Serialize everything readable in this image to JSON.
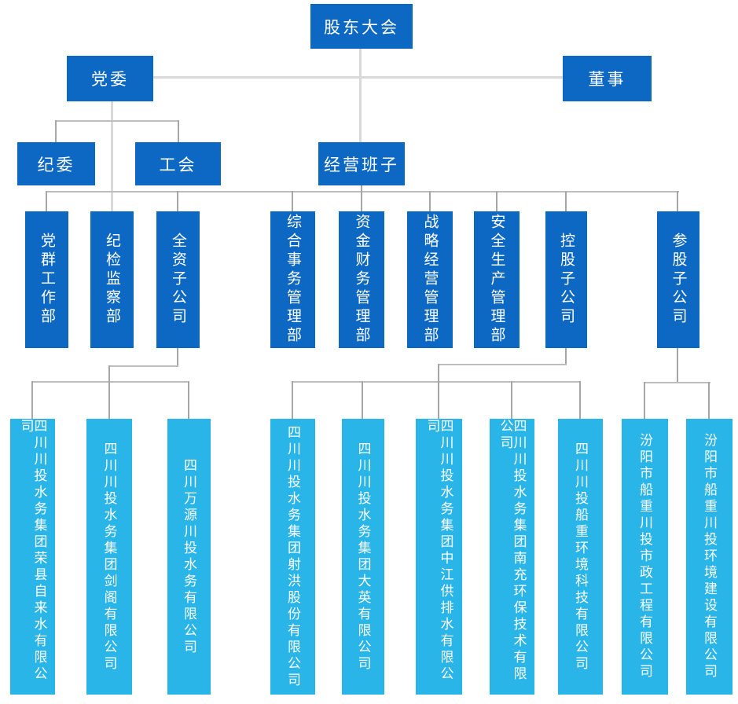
{
  "colors": {
    "primary_blue": "#0d68c3",
    "light_blue": "#29b5e8",
    "line_light": "#d9d9d9",
    "line_gray": "#a6a6a6",
    "text_white": "#ffffff"
  },
  "nodes": {
    "shareholders_meeting": "股东大会",
    "party_committee": "党委",
    "director": "董事",
    "discipline_committee": "纪委",
    "labor_union": "工会",
    "management_team": "经营班子"
  },
  "departments": [
    "党群工作部",
    "纪检监察部",
    "全资子公司",
    "综合事务管理部",
    "资金财务管理部",
    "战略经营管理部",
    "安全生产管理部",
    "控股子公司",
    "参股子公司"
  ],
  "companies": [
    "四川川投水务集团荣县自来水有限公司",
    "四川川投水务集团剑阁有限公司",
    "四川万源川投水务有限公司",
    "四川川投水务集团射洪股份有限公司",
    "四川川投水务集团大英有限公司",
    "四川川投水务集团中江供排水有限公司",
    "四川川投水务集团南充环保技术有限公司",
    "四川川投船重环境科技有限公司",
    "汾阳市船重川投市政工程有限公司",
    "汾阳市船重川投环境建设有限公司"
  ]
}
